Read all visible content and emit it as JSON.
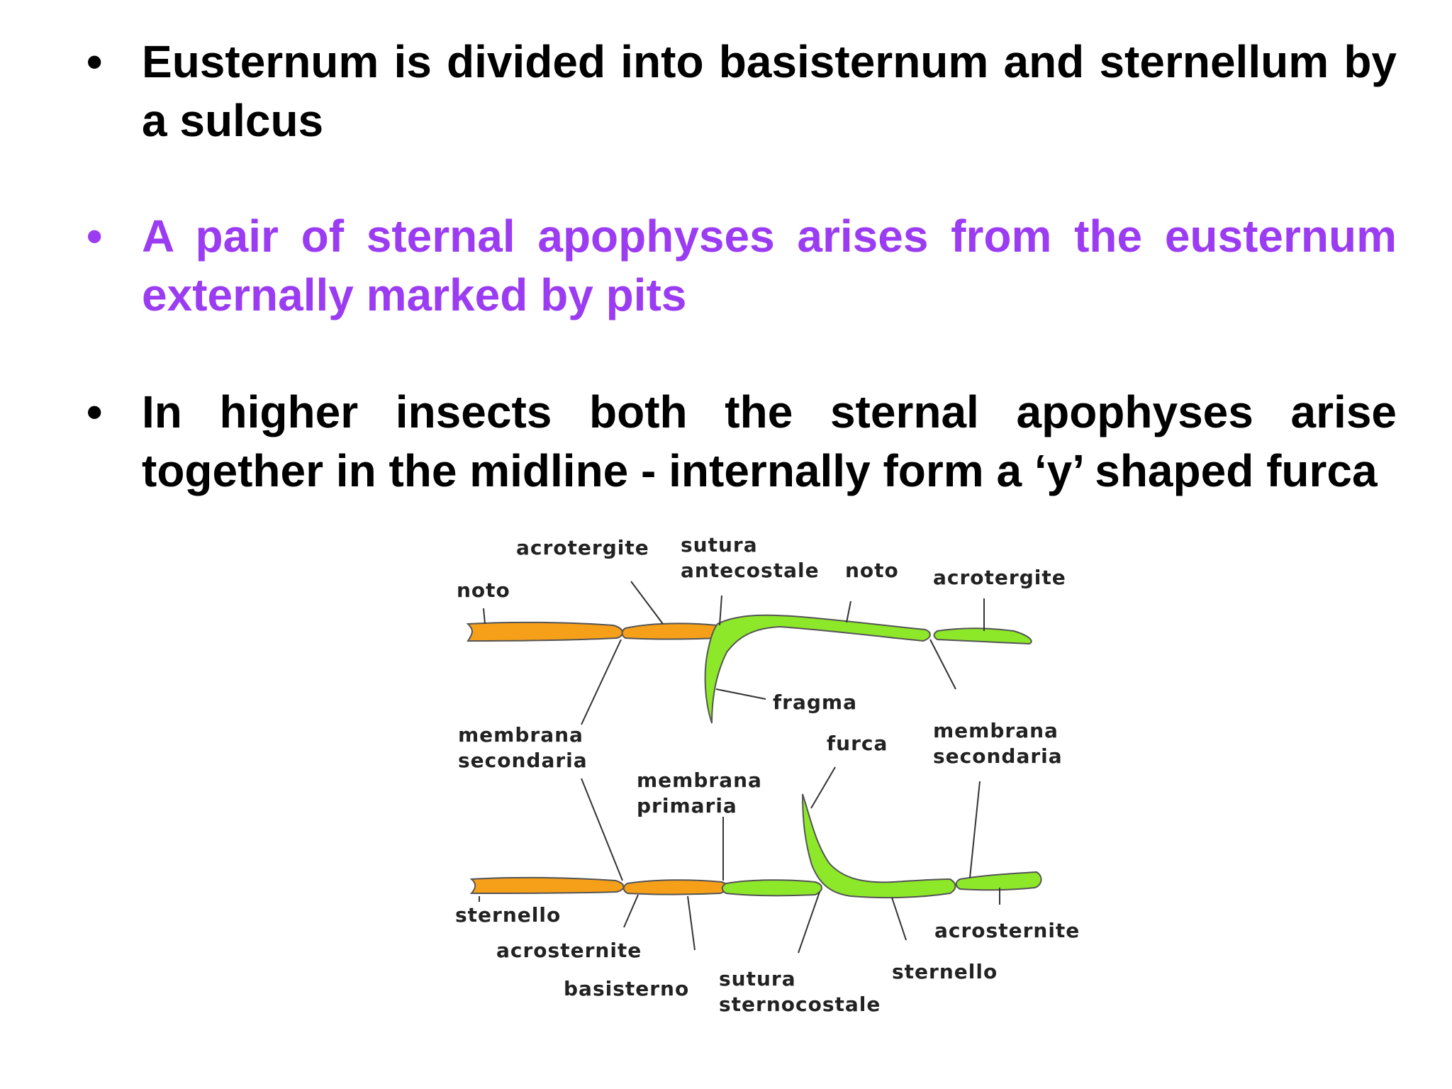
{
  "bullets": [
    {
      "text": "Eusternum is divided into basisternum and sternellum by a sulcus",
      "color": "#000000"
    },
    {
      "text": "A pair of sternal apophyses arises from the eusternum externally marked by pits",
      "color": "#9b3cf3"
    },
    {
      "text": "In higher insects both the sternal apophyses arise together in the midline - internally form a ‘y’ shaped furca",
      "color": "#000000"
    }
  ],
  "bullet_glyph": "•",
  "diagram": {
    "labels": {
      "acrotergite_left": "acrotergite",
      "sutura_1": "sutura",
      "antecostale": "antecostale",
      "noto_right": "noto",
      "acrotergite_right": "acrotergite",
      "noto_left": "noto",
      "fragma": "fragma",
      "membrana_sec_left_1": "membrana",
      "membrana_sec_left_2": "secondaria",
      "furca": "furca",
      "membrana_sec_right_1": "membrana",
      "membrana_sec_right_2": "secondaria",
      "membrana_pri_1": "membrana",
      "membrana_pri_2": "primaria",
      "sternello_left": "sternello",
      "acrosternite_left": "acrosternite",
      "basisterno": "basisterno",
      "sutura_2": "sutura",
      "sternocostale": "sternocostale",
      "sternello_right": "sternello",
      "acrosternite_right": "acrosternite"
    },
    "colors": {
      "orange": "#f6a01a",
      "green": "#8ee82a"
    }
  }
}
